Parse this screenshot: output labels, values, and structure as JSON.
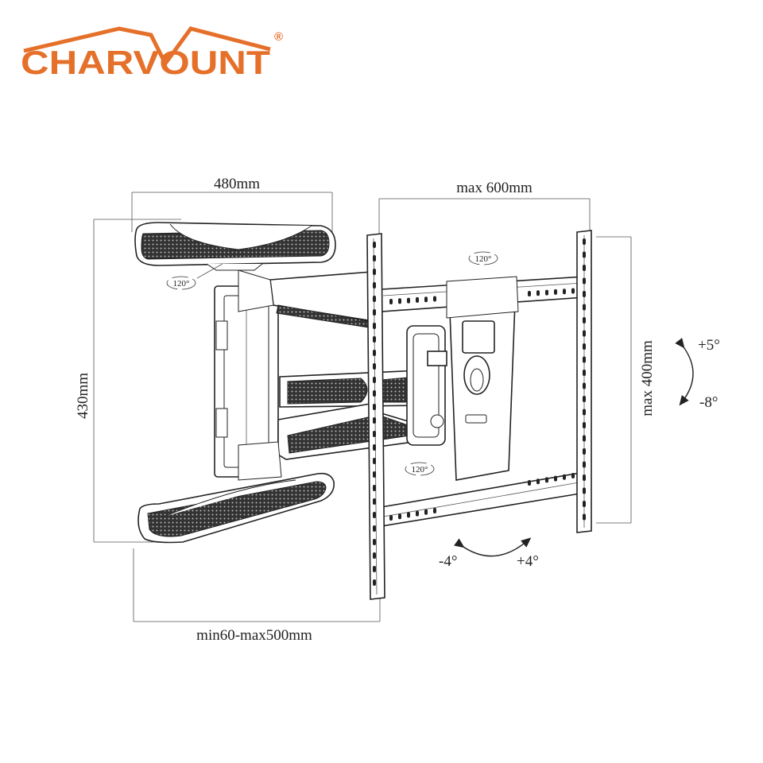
{
  "brand": {
    "name": "CHARVOUNT",
    "registered": "®",
    "color": "#e5702a"
  },
  "dimensions": {
    "arm_width": "480mm",
    "vesa_width": "max 600mm",
    "vesa_height": "max 400mm",
    "wall_plate_height": "430mm",
    "extension": "min60-max500mm"
  },
  "angles": {
    "arm_swivel_top": "120°",
    "arm_swivel_left": "120°",
    "arm_swivel_center": "120°",
    "tilt_up": "+5°",
    "tilt_down": "-8°",
    "level_left": "-4°",
    "level_right": "+4°"
  }
}
